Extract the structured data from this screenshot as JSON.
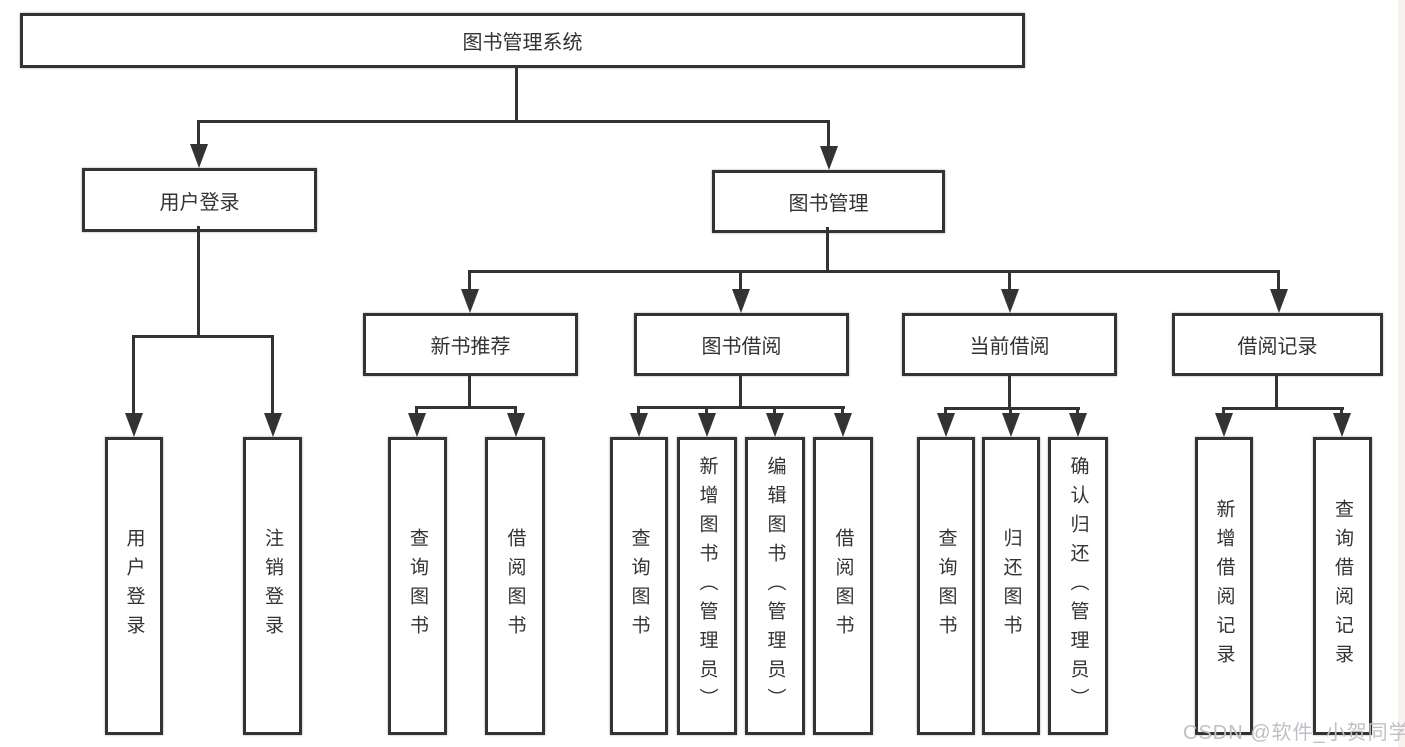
{
  "watermark": "CSDN @软件_小贺同学",
  "colors": {
    "line": "#333333",
    "text": "#333333",
    "background": "#ffffff",
    "watermark_text": "#bfbfc6",
    "right_edge_tint": "#f6e5e6"
  },
  "tree": {
    "label": "图书管理系统",
    "children": [
      {
        "label": "用户登录",
        "children": [
          {
            "label": "用户登录"
          },
          {
            "label": "注销登录"
          }
        ]
      },
      {
        "label": "图书管理",
        "children": [
          {
            "label": "新书推荐",
            "children": [
              {
                "label": "查询图书"
              },
              {
                "label": "借阅图书"
              }
            ]
          },
          {
            "label": "图书借阅",
            "children": [
              {
                "label": "查询图书"
              },
              {
                "label": "新增图书（管理员）"
              },
              {
                "label": "编辑图书（管理员）"
              },
              {
                "label": "借阅图书"
              }
            ]
          },
          {
            "label": "当前借阅",
            "children": [
              {
                "label": "查询图书"
              },
              {
                "label": "归还图书"
              },
              {
                "label": "确认归还（管理员）"
              }
            ]
          },
          {
            "label": "借阅记录",
            "children": [
              {
                "label": "新增借阅记录"
              },
              {
                "label": "查询借阅记录"
              }
            ]
          }
        ]
      }
    ]
  }
}
